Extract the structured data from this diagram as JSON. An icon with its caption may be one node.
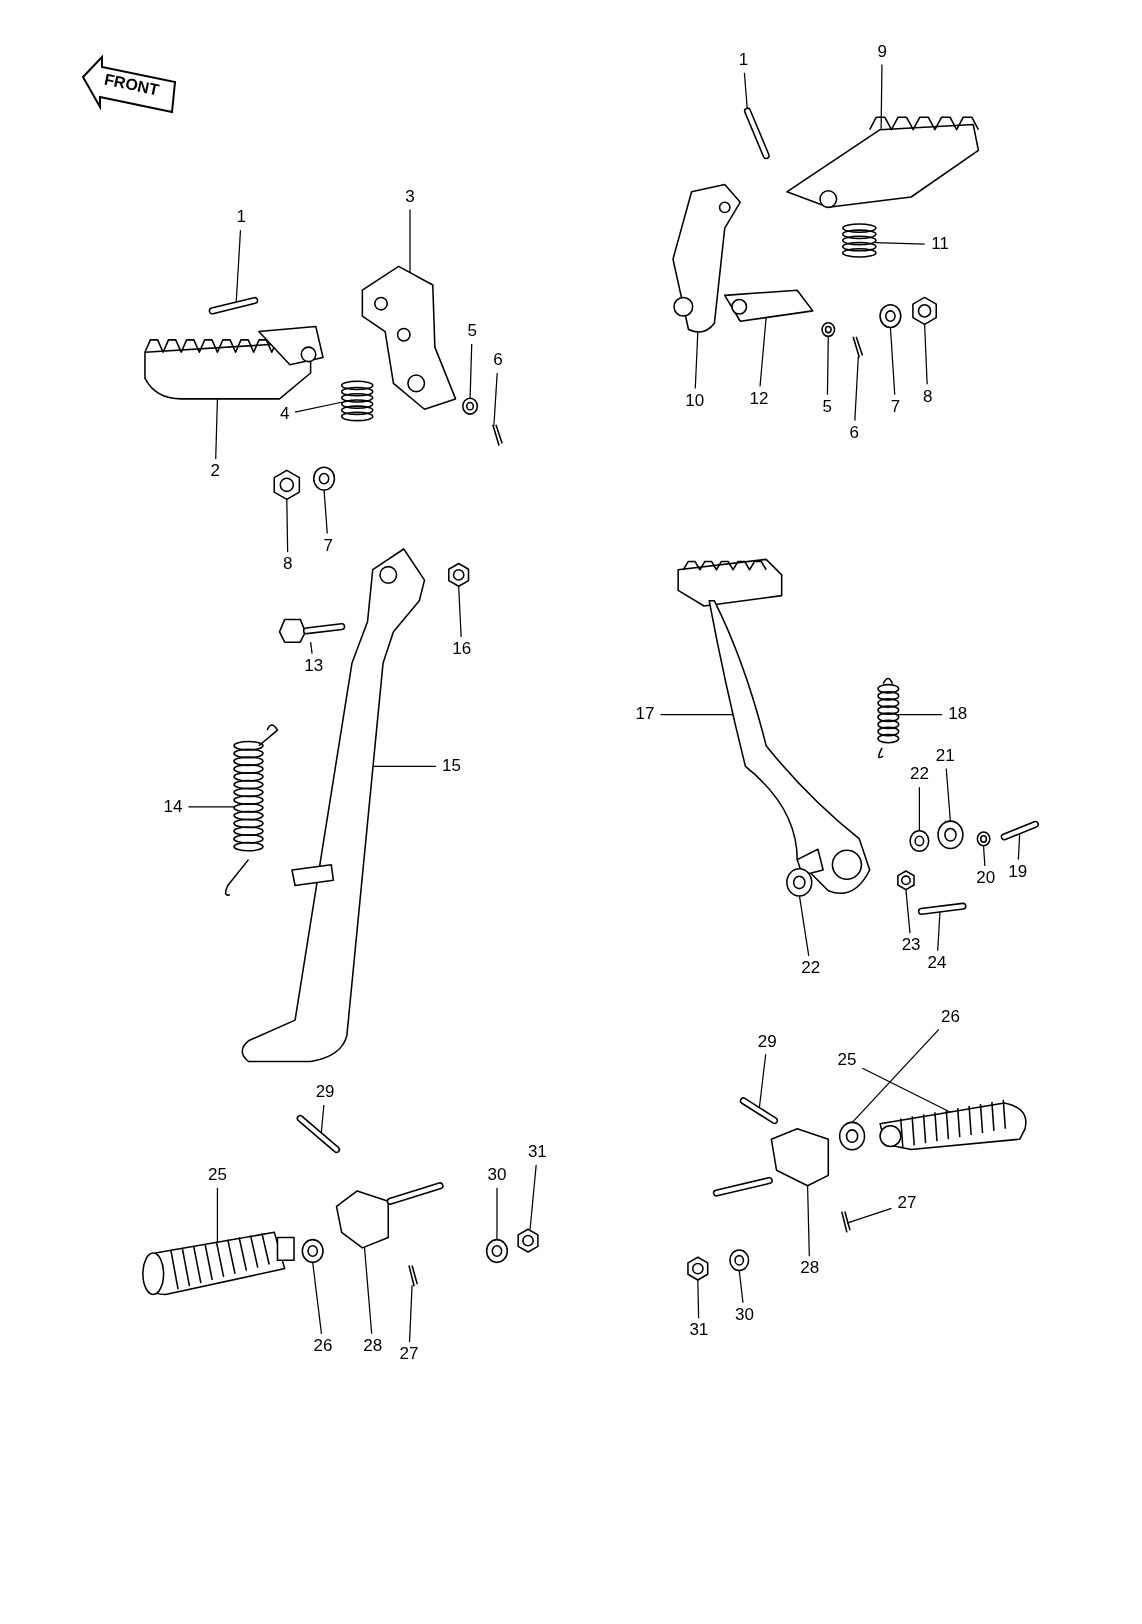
{
  "diagram": {
    "nodes": [
      {
        "text": [
          "FRONT"
        ]
      },
      {
        "text": [
          "1"
        ]
      },
      {
        "text": [
          "3"
        ]
      },
      {
        "text": [
          "5"
        ]
      },
      {
        "text": [
          "6"
        ]
      },
      {
        "text": [
          "4"
        ]
      },
      {
        "text": [
          "2"
        ]
      },
      {
        "text": [
          "8"
        ]
      },
      {
        "text": [
          "7"
        ]
      },
      {
        "text": [
          "1"
        ]
      },
      {
        "text": [
          "9"
        ]
      },
      {
        "text": [
          "11"
        ]
      },
      {
        "text": [
          "10"
        ]
      },
      {
        "text": [
          "12"
        ]
      },
      {
        "text": [
          "5"
        ]
      },
      {
        "text": [
          "6"
        ]
      },
      {
        "text": [
          "7"
        ]
      },
      {
        "text": [
          "8"
        ]
      },
      {
        "text": [
          "16"
        ]
      },
      {
        "text": [
          "13"
        ]
      },
      {
        "text": [
          "15"
        ]
      },
      {
        "text": [
          "14"
        ]
      },
      {
        "text": [
          "17"
        ]
      },
      {
        "text": [
          "18"
        ]
      },
      {
        "text": [
          "22"
        ]
      },
      {
        "text": [
          "21"
        ]
      },
      {
        "text": [
          "20"
        ]
      },
      {
        "text": [
          "19"
        ]
      },
      {
        "text": [
          "22"
        ]
      },
      {
        "text": [
          "23"
        ]
      },
      {
        "text": [
          "24"
        ]
      },
      {
        "text": [
          "29"
        ]
      },
      {
        "text": [
          "25"
        ]
      },
      {
        "text": [
          "30"
        ]
      },
      {
        "text": [
          "31"
        ]
      },
      {
        "text": [
          "26"
        ]
      },
      {
        "text": [
          "28"
        ]
      },
      {
        "text": [
          "27"
        ]
      },
      {
        "text": [
          "29"
        ]
      },
      {
        "text": [
          "25"
        ]
      },
      {
        "text": [
          "26"
        ]
      },
      {
        "text": [
          "27"
        ]
      },
      {
        "text": [
          "28"
        ]
      },
      {
        "text": [
          "31"
        ]
      },
      {
        "text": [
          "30"
        ]
      },
      {
        "text": [],
        "shape": "picture"
      },
      {
        "text": [],
        "shape": "picture"
      },
      {
        "text": [],
        "shape": "picture"
      },
      {
        "text": [],
        "shape": "picture"
      },
      {
        "text": [],
        "shape": "picture"
      },
      {
        "text": [],
        "shape": "picture"
      },
      {
        "text": [],
        "shape": "picture"
      },
      {
        "text": [],
        "shape": "picture"
      },
      {
        "text": [],
        "shape": "picture"
      },
      {
        "text": [],
        "shape": "picture"
      },
      {
        "text": [],
        "shape": "picture"
      },
      {
        "text": [],
        "shape": "picture"
      },
      {
        "text": [],
        "shape": "picture"
      },
      {
        "text": [],
        "shape": "picture"
      },
      {
        "text": [],
        "shape": "picture"
      },
      {
        "text": [],
        "shape": "picture"
      },
      {
        "text": [],
        "shape": "picture"
      },
      {
        "text": [],
        "shape": "picture"
      },
      {
        "text": [],
        "shape": "picture"
      },
      {
        "text": [],
        "shape": "picture"
      },
      {
        "text": [],
        "shape": "picture"
      },
      {
        "text": [],
        "shape": "picture"
      },
      {
        "text": [],
        "shape": "picture"
      },
      {
        "text": [],
        "shape": "picture"
      },
      {
        "text": [],
        "shape": "picture"
      },
      {
        "text": [],
        "shape": "picture"
      },
      {
        "text": [],
        "shape": "picture"
      },
      {
        "text": [],
        "shape": "picture"
      },
      {
        "text": [],
        "shape": "picture"
      },
      {
        "text": [],
        "shape": "picture"
      },
      {
        "text": [],
        "shape": "picture"
      },
      {
        "text": [],
        "shape": "picture"
      },
      {
        "text": [],
        "shape": "picture"
      },
      {
        "text": [],
        "shape": "picture"
      },
      {
        "text": [],
        "shape": "picture"
      },
      {
        "text": [],
        "shape": "picture"
      },
      {
        "text": [],
        "shape": "picture"
      },
      {
        "text": [],
        "shape": "picture"
      },
      {
        "text": [],
        "shape": "picture"
      },
      {
        "text": [],
        "shape": "picture"
      },
      {
        "text": [],
        "shape": "picture"
      },
      {
        "text": [],
        "shape": "picture"
      },
      {
        "text": [],
        "shape": "picture"
      },
      {
        "text": [],
        "shape": "picture"
      }
    ],
    "edges": [
      {
        "from": 1,
        "to": 45,
        "arrow": "none"
      },
      {
        "from": 2,
        "to": 46,
        "arrow": "none"
      },
      {
        "from": 3,
        "to": 47,
        "arrow": "none"
      },
      {
        "from": 4,
        "to": 48,
        "arrow": "none"
      },
      {
        "from": 5,
        "to": 49,
        "arrow": "none"
      },
      {
        "from": 6,
        "to": 50,
        "arrow": "none"
      },
      {
        "from": 7,
        "to": 51,
        "arrow": "none"
      },
      {
        "from": 8,
        "to": 52,
        "arrow": "none"
      },
      {
        "from": 9,
        "to": 53,
        "arrow": "none"
      },
      {
        "from": 10,
        "to": 54,
        "arrow": "none"
      },
      {
        "from": 11,
        "to": 55,
        "arrow": "none"
      },
      {
        "from": 12,
        "to": 56,
        "arrow": "none"
      },
      {
        "from": 13,
        "to": 57,
        "arrow": "none"
      },
      {
        "from": 14,
        "to": 58,
        "arrow": "none"
      },
      {
        "from": 15,
        "to": 59,
        "arrow": "none"
      },
      {
        "from": 16,
        "to": 60,
        "arrow": "none"
      },
      {
        "from": 17,
        "to": 61,
        "arrow": "none"
      },
      {
        "from": 18,
        "to": 62,
        "arrow": "none"
      },
      {
        "from": 19,
        "to": 63,
        "arrow": "none"
      },
      {
        "from": 20,
        "to": 64,
        "arrow": "none"
      },
      {
        "from": 21,
        "to": 65,
        "arrow": "none"
      },
      {
        "from": 22,
        "to": 66,
        "arrow": "none"
      },
      {
        "from": 23,
        "to": 67,
        "arrow": "none"
      },
      {
        "from": 24,
        "to": 68,
        "arrow": "none"
      },
      {
        "from": 25,
        "to": 69,
        "arrow": "none"
      },
      {
        "from": 26,
        "to": 70,
        "arrow": "none"
      },
      {
        "from": 27,
        "to": 71,
        "arrow": "none"
      },
      {
        "from": 28,
        "to": 72,
        "arrow": "none"
      },
      {
        "from": 29,
        "to": 73,
        "arrow": "none"
      },
      {
        "from": 30,
        "to": 74,
        "arrow": "none"
      },
      {
        "from": 31,
        "to": 75,
        "arrow": "none"
      },
      {
        "from": 32,
        "to": 76,
        "arrow": "none"
      },
      {
        "from": 33,
        "to": 77,
        "arrow": "none"
      },
      {
        "from": 34,
        "to": 78,
        "arrow": "none"
      },
      {
        "from": 35,
        "to": 79,
        "arrow": "none"
      },
      {
        "from": 36,
        "to": 80,
        "arrow": "none"
      },
      {
        "from": 37,
        "to": 81,
        "arrow": "none"
      },
      {
        "from": 38,
        "to": 82,
        "arrow": "none"
      },
      {
        "from": 39,
        "to": 83,
        "arrow": "none"
      },
      {
        "from": 40,
        "to": 84,
        "arrow": "none"
      },
      {
        "from": 41,
        "to": 85,
        "arrow": "none"
      },
      {
        "from": 42,
        "to": 86,
        "arrow": "none"
      },
      {
        "from": 43,
        "to": 87,
        "arrow": "none"
      },
      {
        "from": 44,
        "to": 88,
        "arrow": "none"
      }
    ]
  }
}
